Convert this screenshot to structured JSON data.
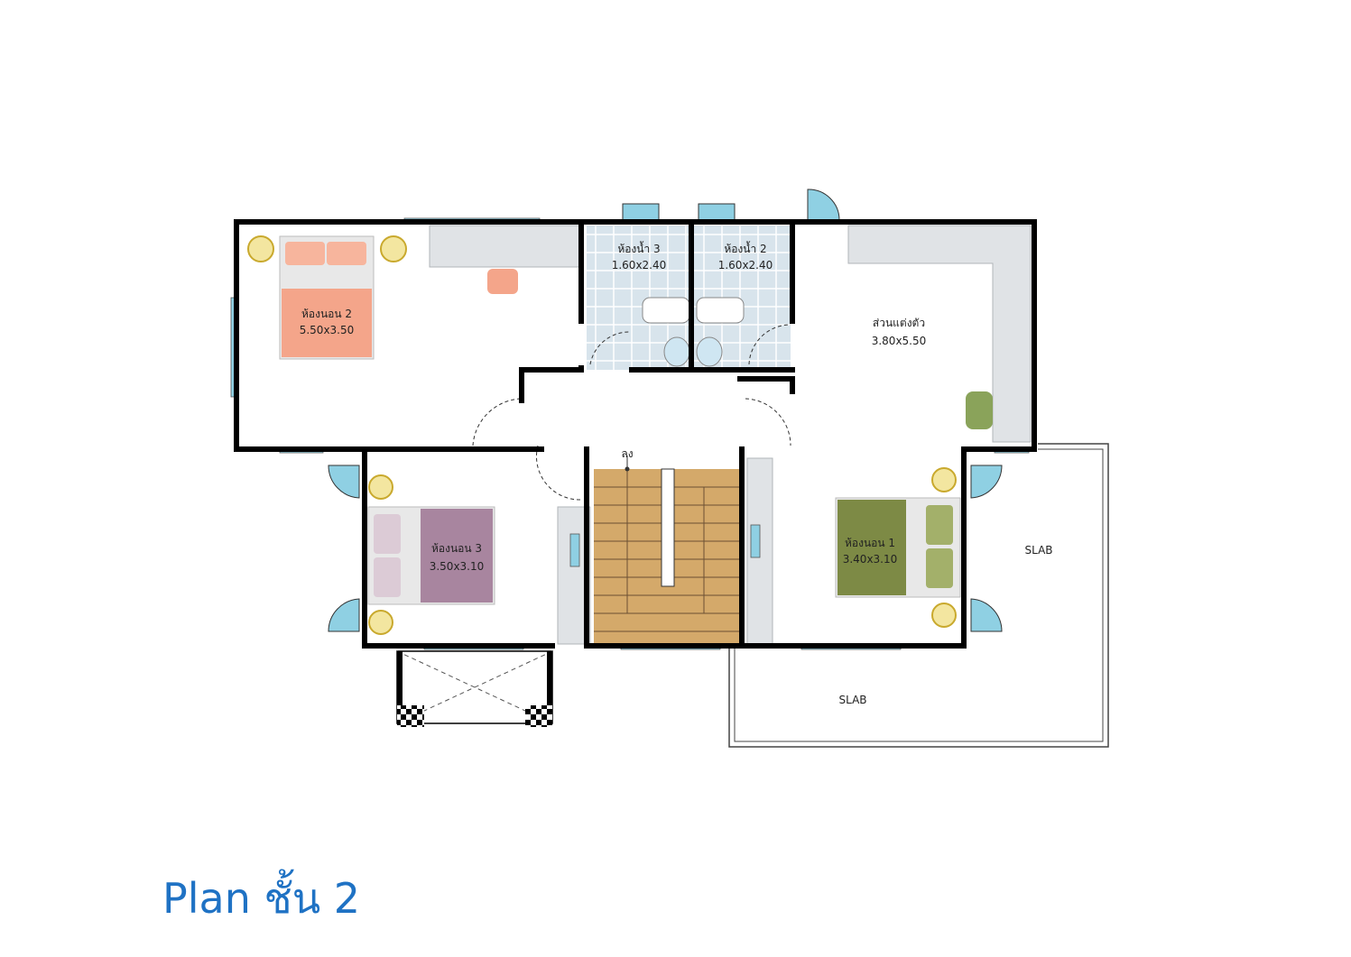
{
  "title": "Plan ชั้น 2",
  "rooms": {
    "bedroom2": {
      "name": "ห้องนอน 2",
      "size": "5.50x3.50"
    },
    "bath3": {
      "name": "ห้องน้ำ 3",
      "size": "1.60x2.40"
    },
    "bath2": {
      "name": "ห้องน้ำ 2",
      "size": "1.60x2.40"
    },
    "dressing": {
      "name": "ส่วนแต่งตัว",
      "size": "3.80x5.50"
    },
    "bedroom3": {
      "name": "ห้องนอน 3",
      "size": "3.50x3.10"
    },
    "bedroom1": {
      "name": "ห้องนอน 1",
      "size": "3.40x3.10"
    }
  },
  "stair_label": "ลง",
  "slab_right": "SLAB",
  "slab_bottom": "SLAB",
  "colors": {
    "bedroom2_bed": "#f4a58a",
    "bedroom3_bed": "#a8859f",
    "bedroom1_bed": "#7d8a45",
    "stair": "#d4a96a",
    "bath_tile": "#d8e4ec",
    "window": "#8fd0e3",
    "title": "#1f72c4"
  }
}
